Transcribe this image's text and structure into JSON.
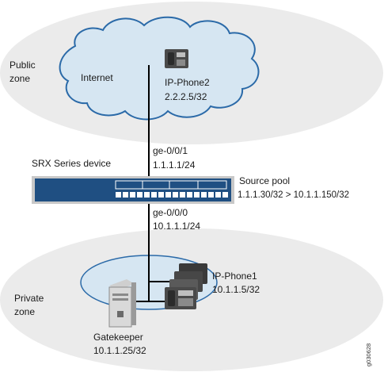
{
  "zones": {
    "public": {
      "line1": "Public",
      "line2": "zone"
    },
    "private": {
      "line1": "Private",
      "line2": "zone"
    }
  },
  "internet_label": "Internet",
  "ip_phone2": {
    "name": "IP-Phone2",
    "address": "2.2.2.5/32"
  },
  "interface_top": {
    "name": "ge-0/0/1",
    "address": "1.1.1.1/24"
  },
  "device_label": "SRX Series device",
  "source_pool": {
    "label": "Source pool",
    "mapping": "1.1.1.30/32 > 10.1.1.150/32"
  },
  "interface_bottom": {
    "name": "ge-0/0/0",
    "address": "10.1.1.1/24"
  },
  "ip_phone1": {
    "name": "IP-Phone1",
    "address": "10.1.1.5/32"
  },
  "gatekeeper": {
    "name": "Gatekeeper",
    "address": "10.1.1.25/32"
  },
  "figure_id": "g030628",
  "colors": {
    "zone_fill": "#ebebeb",
    "cloud_fill": "#d6e6f2",
    "cloud_stroke": "#2b6aa8",
    "device_blue": "#1f4f82",
    "line": "#000000"
  }
}
